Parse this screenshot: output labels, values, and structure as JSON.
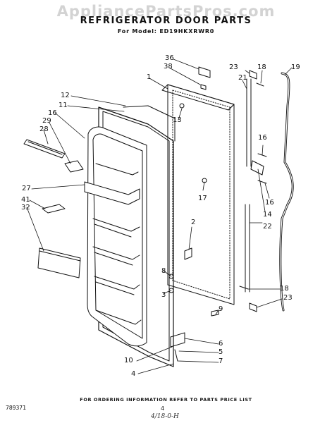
{
  "watermark": "AppliancePartsPros.com",
  "title": "REFRIGERATOR DOOR PARTS",
  "subtitle": "For Model: ED19HKXRWR0",
  "footer": "FOR ORDERING INFORMATION REFER TO PARTS PRICE LIST",
  "doc_code": "789371",
  "page_number": "4",
  "handwritten_note": "4/18-0-H",
  "callouts": [
    "36",
    "38",
    "1",
    "12",
    "11",
    "16",
    "29",
    "28",
    "27",
    "41",
    "32",
    "13",
    "23",
    "18",
    "19",
    "21",
    "16",
    "17",
    "14",
    "16",
    "22",
    "2",
    "8",
    "3",
    "9",
    "6",
    "5",
    "7",
    "10",
    "4",
    "18",
    "23"
  ],
  "colors": {
    "ink": "#111111",
    "background": "#ffffff"
  }
}
